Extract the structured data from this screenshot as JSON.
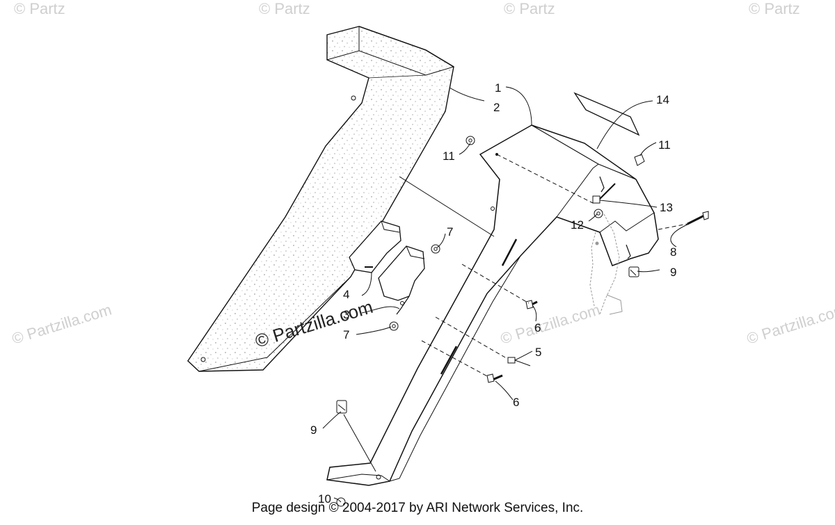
{
  "diagram": {
    "callouts": [
      "1",
      "2",
      "14",
      "11",
      "11",
      "13",
      "12",
      "8",
      "9",
      "7",
      "4",
      "3",
      "6",
      "7",
      "5",
      "6",
      "9",
      "10"
    ],
    "watermark": "© Partzilla.com",
    "watermark_faint": "© Partzilla.com",
    "watermark_cut": "© Partz"
  },
  "footer": {
    "text": "Page design © 2004-2017 by ARI Network Services, Inc."
  }
}
